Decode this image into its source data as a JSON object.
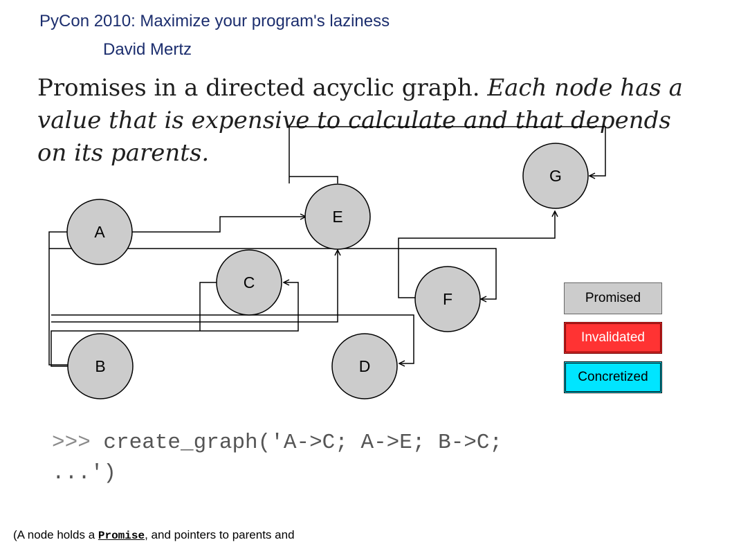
{
  "header": {
    "title": "PyCon 2010: Maximize your program's laziness",
    "author": "David Mertz"
  },
  "heading": {
    "plain": "Promises in a directed acyclic graph. ",
    "italic": "Each node has a value that is expensive to calculate and that depends on its parents."
  },
  "graph": {
    "nodes": [
      "A",
      "B",
      "C",
      "D",
      "E",
      "F",
      "G"
    ]
  },
  "legend": {
    "promised": "Promised",
    "invalidated": "Invalidated",
    "concretized": "Concretized",
    "colors": {
      "promised": "#cccccc",
      "invalidated": "#ff3333",
      "concretized": "#00e5ff"
    }
  },
  "code": {
    "prompt": ">>>",
    "line1": " create_graph('A->C; A->E; B->C;",
    "line2": "...')"
  },
  "footnote": {
    "before": "(A node holds a ",
    "code": "Promise",
    "after": ", and pointers to parents and"
  }
}
